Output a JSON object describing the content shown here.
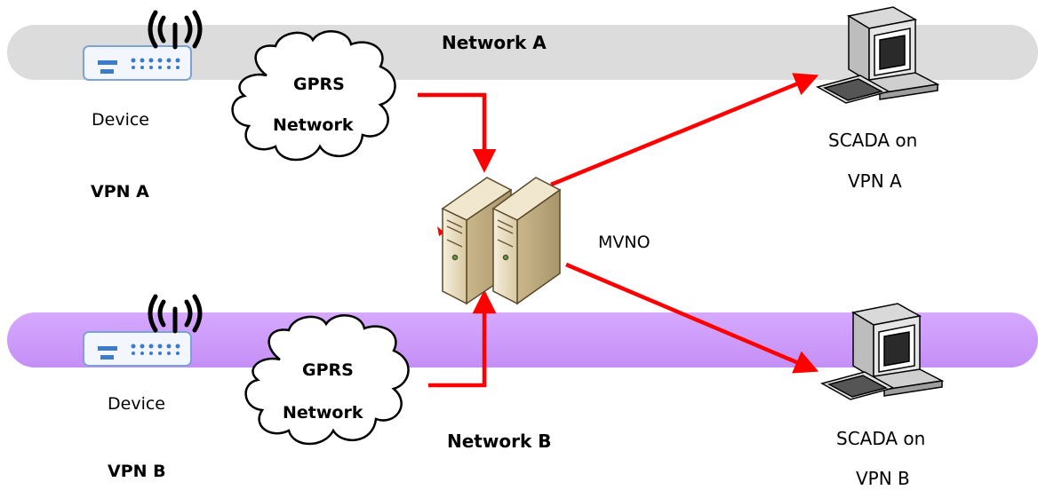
{
  "networks": {
    "a": {
      "label": "Network A",
      "band_color": "#dcdcdc"
    },
    "b": {
      "label": "Network B",
      "band_color": "#cc99ff"
    }
  },
  "clouds": [
    {
      "line1": "GPRS",
      "line2": "Network"
    },
    {
      "line1": "GPRS",
      "line2": "Network"
    }
  ],
  "devices": [
    {
      "label": "Device",
      "vpn": "VPN A"
    },
    {
      "label": "Device",
      "vpn": "VPN B"
    }
  ],
  "hub": {
    "label": "MVNO"
  },
  "scada": [
    {
      "line1": "SCADA on",
      "line2": "VPN A"
    },
    {
      "line1": "SCADA on",
      "line2": "VPN B"
    }
  ],
  "colors": {
    "arrow": "#ff0000",
    "device_blue": "#3b7cc9",
    "server_beige": "#e8dcc0"
  },
  "icons": [
    "router-icon",
    "antenna-icon",
    "cloud-icon",
    "server-icon",
    "computer-icon"
  ]
}
